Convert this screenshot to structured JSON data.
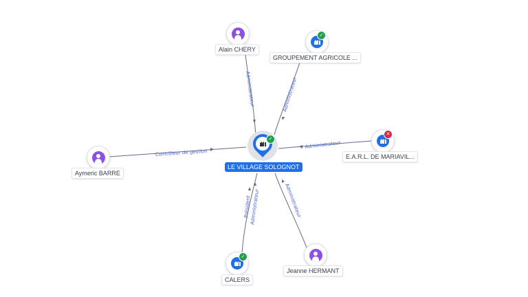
{
  "graph": {
    "center": {
      "name": "LE VILLAGE SOLOGNOT",
      "type": "company",
      "status": "active"
    },
    "nodes": [
      {
        "id": "alain",
        "name": "Alain CHERY",
        "type": "person"
      },
      {
        "id": "groupement",
        "name": "GROUPEMENT AGRICOLE ...",
        "type": "company",
        "status": "active"
      },
      {
        "id": "aymeric",
        "name": "Aymeric BARRE",
        "type": "person"
      },
      {
        "id": "earl",
        "name": "E.A.R.L. DE MARIAVIL...",
        "type": "company",
        "status": "inactive"
      },
      {
        "id": "calers",
        "name": "CALERS",
        "type": "company",
        "status": "active"
      },
      {
        "id": "jeanne",
        "name": "Jeanne HERMANT",
        "type": "person"
      }
    ],
    "edges": [
      {
        "from": "alain",
        "label": "Administrateur"
      },
      {
        "from": "groupement",
        "label": "Administrateur"
      },
      {
        "from": "aymeric",
        "label": "Contrôleur de gestion"
      },
      {
        "from": "earl",
        "label": "Administrateur"
      },
      {
        "from": "calers",
        "label": "Président",
        "label2": "Administrateur"
      },
      {
        "from": "jeanne",
        "label": "Administrateur"
      }
    ]
  },
  "colors": {
    "person_icon": "#8e4fe6",
    "company_icon": "#1f6fe8",
    "status_active": "#22a04b",
    "status_inactive": "#d6284c",
    "edge": "#5f6b84",
    "edge_label": "#4a63d6"
  },
  "icons": {
    "person": "person-icon",
    "company": "building-icon",
    "active_badge": "check-icon",
    "inactive_badge": "cross-icon",
    "center_pin": "map-pin-icon"
  }
}
